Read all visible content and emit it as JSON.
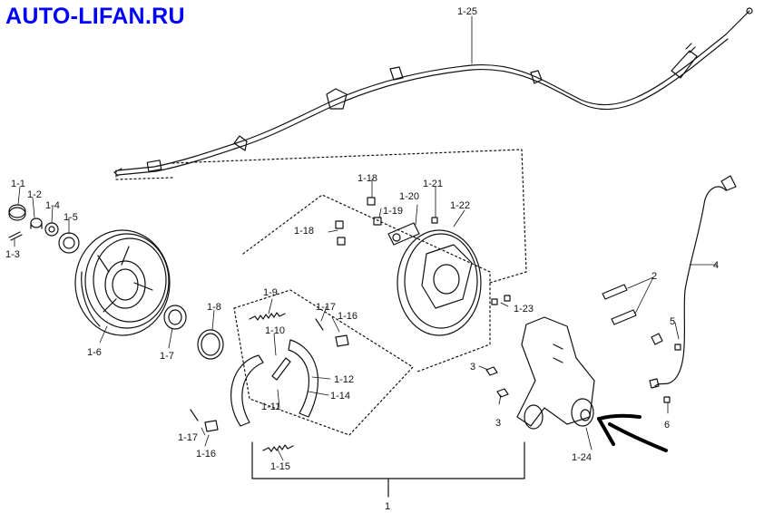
{
  "site": {
    "title": "AUTO-LIFAN.RU"
  },
  "labels": {
    "p1_1": "1-1",
    "p1_2": "1-2",
    "p1_3": "1-3",
    "p1_4": "1-4",
    "p1_5": "1-5",
    "p1_6": "1-6",
    "p1_7": "1-7",
    "p1_8": "1-8",
    "p1_9": "1-9",
    "p1_10": "1-10",
    "p1_11": "1-11",
    "p1_12": "1-12",
    "p1_14": "1-14",
    "p1_15": "1-15",
    "p1_16a": "1-16",
    "p1_16b": "1-16",
    "p1_17a": "1-17",
    "p1_17b": "1-17",
    "p1_18a": "1-18",
    "p1_18b": "1-18",
    "p1_19": "1-19",
    "p1_20": "1-20",
    "p1_21": "1-21",
    "p1_22": "1-22",
    "p1_23": "1-23",
    "p1_24": "1-24",
    "p1_25": "1-25",
    "p1": "1",
    "p2": "2",
    "p3a": "3",
    "p3b": "3",
    "p4": "4",
    "p5": "5",
    "p6": "6"
  },
  "colors": {
    "title": "#0000ff",
    "line": "#111111",
    "annotation": "#000000"
  }
}
